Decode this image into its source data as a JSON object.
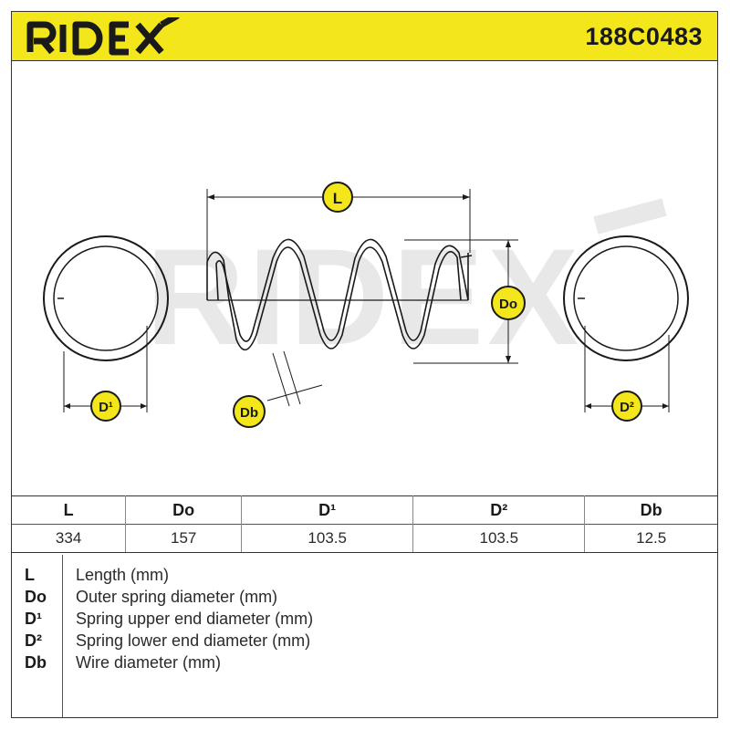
{
  "header": {
    "brand": "RIDEX",
    "part_number": "188C0483",
    "colors": {
      "header_bg": "#f3e61b",
      "badge_fill": "#f3e61b",
      "ink": "#1a1a1a",
      "watermark": "#e6e6e6"
    }
  },
  "drawing": {
    "watermark": "RIDEX",
    "labels": {
      "length": "L",
      "outer_diameter": "Do",
      "upper_end_diameter": "D¹",
      "lower_end_diameter": "D²",
      "wire_diameter": "Db"
    }
  },
  "spec_table": {
    "columns": [
      "L",
      "Do",
      "D¹",
      "D²",
      "Db"
    ],
    "values": [
      "334",
      "157",
      "103.5",
      "103.5",
      "12.5"
    ]
  },
  "legend": {
    "items": [
      {
        "abbr": "L",
        "desc": "Length (mm)"
      },
      {
        "abbr": "Do",
        "desc": "Outer spring diameter (mm)"
      },
      {
        "abbr": "D¹",
        "desc": "Spring upper end diameter (mm)"
      },
      {
        "abbr": "D²",
        "desc": "Spring lower end diameter (mm)"
      },
      {
        "abbr": "Db",
        "desc": "Wire diameter (mm)"
      }
    ]
  }
}
